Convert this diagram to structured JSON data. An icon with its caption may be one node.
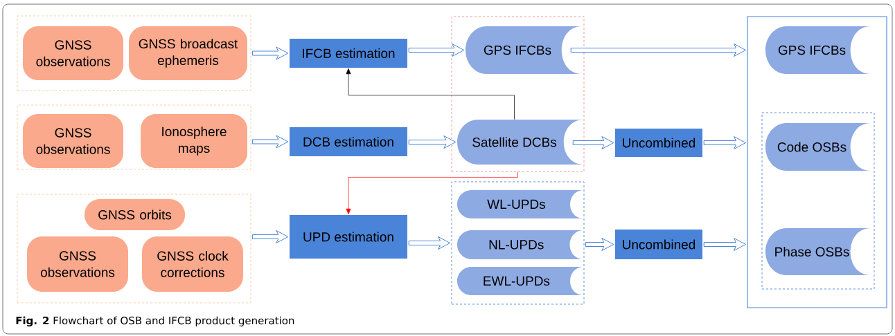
{
  "diagram": {
    "caption": "**Fig. 2** Flowchart of OSB and IFCB product generation",
    "nodes": [
      {
        "text": [],
        "shape": "box"
      },
      {
        "text": [
          "GNSS observations"
        ],
        "in": 0
      },
      {
        "text": [
          "GNSS broadcast ephemeris"
        ],
        "in": 0
      },
      {
        "text": [],
        "shape": "box"
      },
      {
        "text": [
          "GNSS observations"
        ],
        "in": 3
      },
      {
        "text": [
          "Ionosphere maps"
        ],
        "in": 3
      },
      {
        "text": [],
        "shape": "box"
      },
      {
        "text": [
          "GNSS orbits"
        ],
        "in": 6
      },
      {
        "text": [
          "GNSS observations"
        ],
        "in": 6
      },
      {
        "text": [
          "GNSS clock corrections"
        ],
        "in": 6
      },
      {
        "text": [
          "IFCB estimation"
        ]
      },
      {
        "text": [
          "DCB estimation"
        ]
      },
      {
        "text": [
          "UPD estimation"
        ]
      },
      {
        "text": [],
        "shape": "box"
      },
      {
        "text": [
          "GPS IFCBs"
        ],
        "in": 13
      },
      {
        "text": [
          "Satellite DCBs"
        ],
        "in": 13
      },
      {
        "text": [],
        "shape": "box"
      },
      {
        "text": [
          "WL-UPDs"
        ],
        "in": 16
      },
      {
        "text": [
          "NL-UPDs"
        ],
        "in": 16
      },
      {
        "text": [
          "EWL-UPDs"
        ],
        "in": 16
      },
      {
        "text": [
          "Uncombined"
        ]
      },
      {
        "text": [
          "Uncombined"
        ]
      },
      {
        "text": [],
        "shape": "box"
      },
      {
        "text": [
          "GPS IFCBs"
        ],
        "in": 22
      },
      {
        "text": [],
        "shape": "box",
        "in": 22
      },
      {
        "text": [
          "Code OSBs"
        ],
        "in": 24
      },
      {
        "text": [
          "Phase OSBs"
        ],
        "in": 24
      }
    ],
    "edges": [
      {
        "from": 0,
        "to": 10,
        "arrow": "to"
      },
      {
        "from": 3,
        "to": 11,
        "arrow": "to"
      },
      {
        "from": 6,
        "to": 12,
        "arrow": "to"
      },
      {
        "from": 10,
        "to": 14,
        "arrow": "to"
      },
      {
        "from": 11,
        "to": 15,
        "arrow": "to"
      },
      {
        "from": 12,
        "to": 16,
        "arrow": "to"
      },
      {
        "from": 14,
        "to": 22,
        "arrow": "to"
      },
      {
        "from": 15,
        "to": 20,
        "arrow": "to"
      },
      {
        "from": 20,
        "to": 22,
        "arrow": "to"
      },
      {
        "from": 16,
        "to": 21,
        "arrow": "to"
      },
      {
        "from": 21,
        "to": 22,
        "arrow": "to"
      },
      {
        "from": 15,
        "to": 10,
        "arrow": "to",
        "color": "#000000"
      },
      {
        "from": 13,
        "to": 12,
        "arrow": "to",
        "color": "#ff0000"
      }
    ]
  }
}
